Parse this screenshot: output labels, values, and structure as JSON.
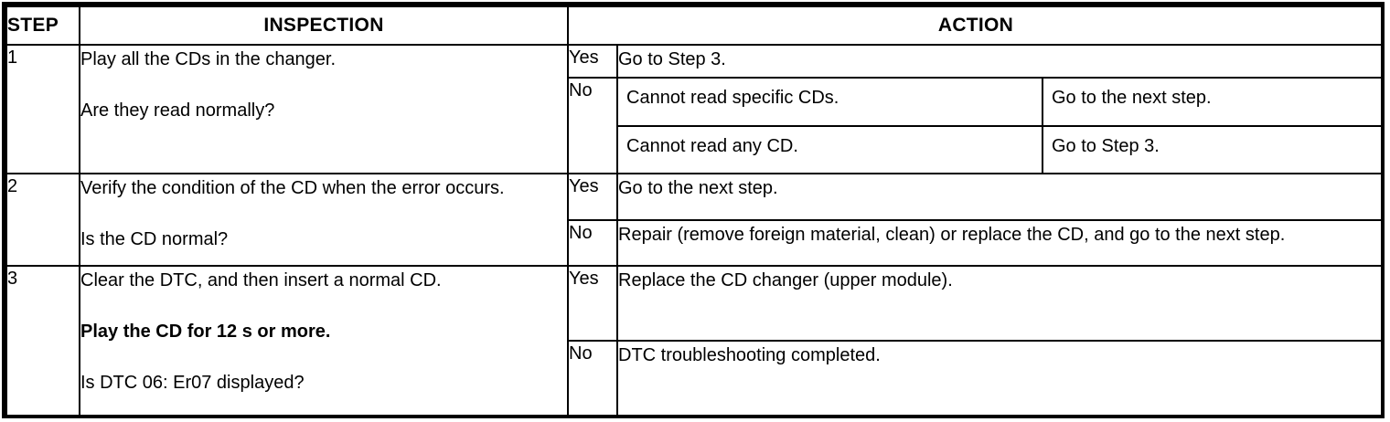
{
  "document": {
    "type": "troubleshooting-table",
    "columns": {
      "step": "STEP",
      "inspection": "INSPECTION",
      "action": "ACTION"
    },
    "answers": {
      "yes": "Yes",
      "no": "No"
    }
  },
  "rows": [
    {
      "step": "1",
      "inspection": {
        "line1": "Play all the CDs in the changer.",
        "line2": "Are they read normally?"
      },
      "yes": {
        "label": "Yes",
        "action": "Go to Step 3."
      },
      "no": {
        "label": "No",
        "sub_rows": [
          {
            "condition": "Cannot read specific CDs.",
            "result": "Go to the next step."
          },
          {
            "condition": "Cannot read any CD.",
            "result": "Go to Step 3."
          }
        ]
      }
    },
    {
      "step": "2",
      "inspection": {
        "line1": "Verify the condition of the CD when the error occurs.",
        "line2": "Is the CD normal?"
      },
      "yes": {
        "label": "Yes",
        "action": "Go to the next step."
      },
      "no": {
        "label": "No",
        "action": "Repair (remove foreign material, clean) or replace the CD, and go to the next step."
      }
    },
    {
      "step": "3",
      "inspection": {
        "line1": "Clear the DTC, and then insert a normal CD.",
        "line2_prefix": "Play the CD for ",
        "line2_emphasis": "12 s or more",
        "line2_suffix": ".",
        "line3": "Is DTC 06: Er07 displayed?"
      },
      "yes": {
        "label": "Yes",
        "action": "Replace the CD changer (upper module)."
      },
      "no": {
        "label": "No",
        "action": "DTC troubleshooting completed."
      }
    }
  ],
  "colors": {
    "border": "#000000",
    "text": "#000000",
    "background": "#ffffff"
  }
}
